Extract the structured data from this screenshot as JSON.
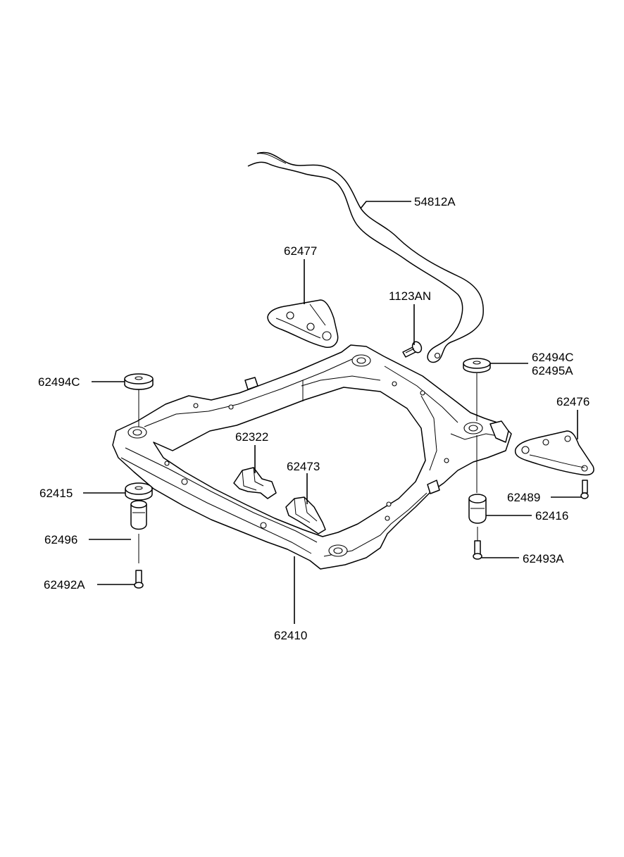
{
  "callouts": {
    "stabilizer_bar": "54812A",
    "bracket_left": "62477",
    "bolt_top": "1123AN",
    "washer_left": "62494C",
    "washer_right_a": "62494C",
    "washer_right_b": "62495A",
    "bracket_right": "62476",
    "stopper": "62322",
    "bracket_mid": "62473",
    "bushing_upper_left": "62415",
    "bushing_lower_left": "62496",
    "bolt_left": "62492A",
    "crossmember": "62410",
    "bolt_right_small": "62489",
    "bushing_right": "62416",
    "bolt_right": "62493A"
  }
}
